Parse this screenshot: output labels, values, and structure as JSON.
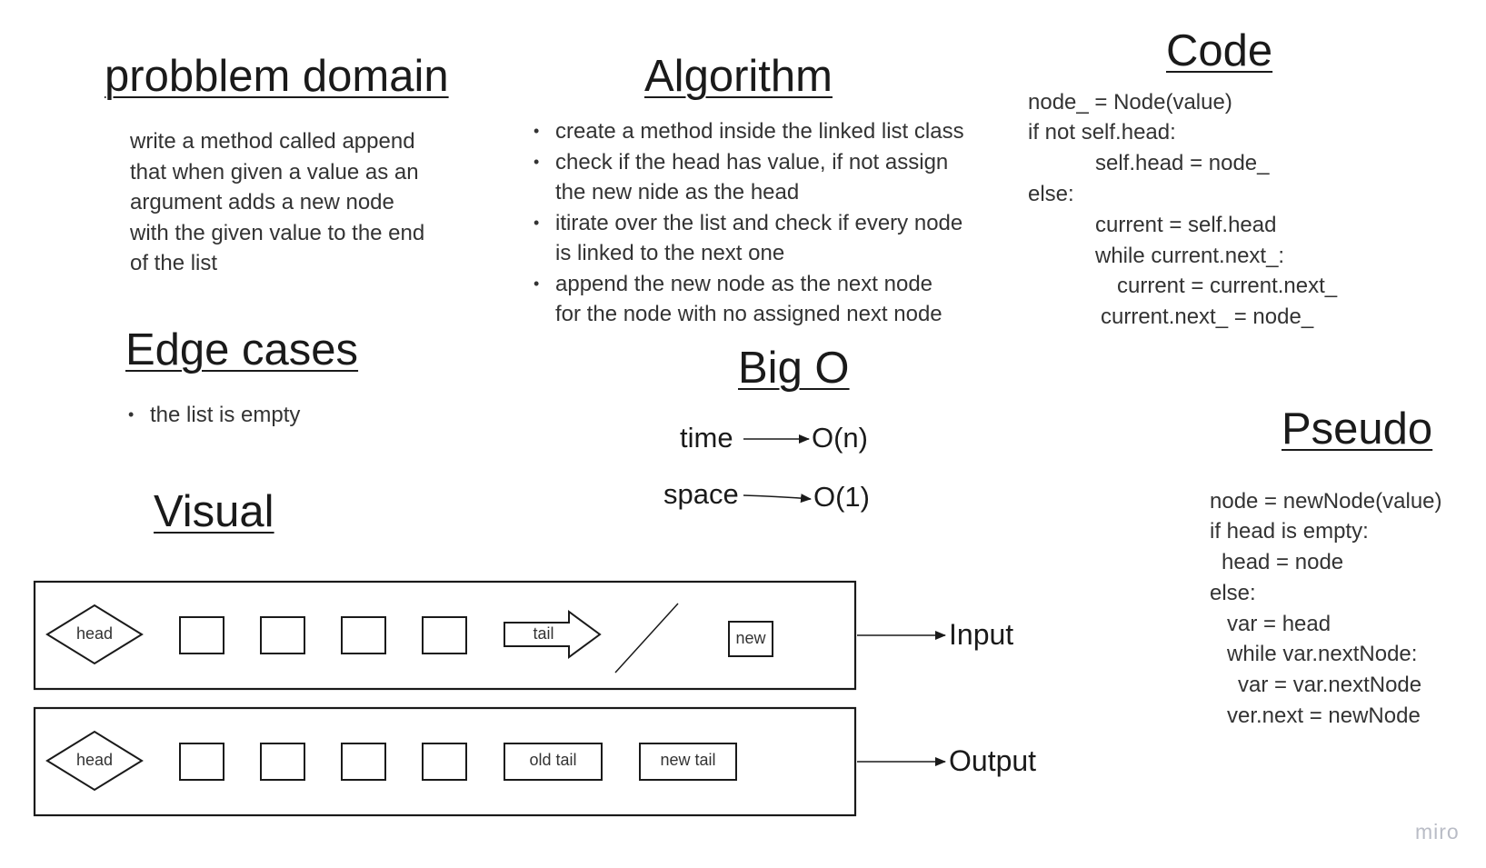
{
  "problem_domain": {
    "title": "probblem domain",
    "lines": [
      "write a method called append",
      "that when given a value as an",
      "argument adds a new node",
      "with the given value to the end",
      "of the list"
    ]
  },
  "algorithm": {
    "title": "Algorithm",
    "items": [
      [
        "create a method inside the linked list class"
      ],
      [
        "check if the head has value, if not assign",
        "the new nide as the head"
      ],
      [
        "itirate over the list and check if every node",
        "is linked to the next one"
      ],
      [
        "append the new node as the next node",
        "for the node with no assigned next node"
      ]
    ]
  },
  "code": {
    "title": "Code",
    "lines": [
      "node_ = Node(value)",
      "if not self.head:",
      "self.head = node_",
      "else:",
      "current = self.head",
      "while current.next_:",
      "current = current.next_",
      "current.next_ = node_"
    ]
  },
  "edge_cases": {
    "title": "Edge cases",
    "items": [
      "the list is empty"
    ]
  },
  "big_o": {
    "title": "Big O",
    "time_label": "time",
    "time_value": "O(n)",
    "space_label": "space",
    "space_value": "O(1)"
  },
  "pseudo": {
    "title": "Pseudo",
    "lines": [
      "node = newNode(value)",
      "if head is empty:",
      "head = node",
      "else:",
      "var = head",
      "while var.nextNode:",
      "var = var.nextNode",
      "ver.next = newNode"
    ]
  },
  "visual": {
    "title": "Visual",
    "input": {
      "label": "Input",
      "head_label": "head",
      "tail_label": "tail",
      "new_label": "new"
    },
    "output": {
      "label": "Output",
      "head_label": "head",
      "old_tail_label": "old tail",
      "new_tail_label": "new tail"
    }
  },
  "watermark": "miro"
}
